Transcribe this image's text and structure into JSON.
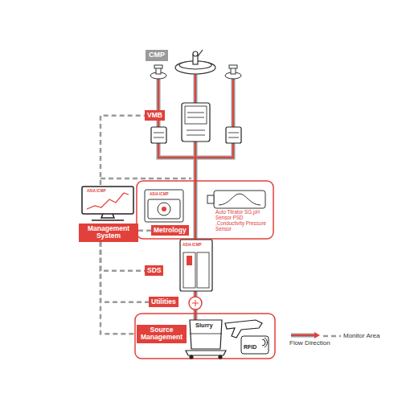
{
  "diagram": {
    "nodes": [
      {
        "text": [
          "CMP"
        ]
      },
      {
        "text": [
          "VMB"
        ]
      },
      {
        "text": [
          "Management System"
        ]
      },
      {
        "text": [
          "Metrology"
        ]
      },
      {
        "text": [
          "SDS"
        ]
      },
      {
        "text": [
          "Utilities"
        ]
      },
      {
        "text": [
          "Source Management"
        ]
      }
    ],
    "edges": [
      {
        "from": 2,
        "to": 1,
        "arrow": "none"
      },
      {
        "from": 2,
        "to": 3,
        "arrow": "none"
      },
      {
        "from": 2,
        "to": 4,
        "arrow": "none"
      },
      {
        "from": 2,
        "to": 5,
        "arrow": "none"
      },
      {
        "from": 2,
        "to": 6,
        "arrow": "none"
      }
    ],
    "labels": [
      "Auto Titrator SG,pH Sensor PSD ,Conductivity Pressure Sensor",
      "Slurry",
      "RFID",
      "ASIA ICMP",
      "ASIA ICMP",
      "ASIA ICMP"
    ],
    "legend": [
      {
        "text": "Flow Direction"
      },
      {
        "text": "Monitor Area"
      }
    ]
  }
}
